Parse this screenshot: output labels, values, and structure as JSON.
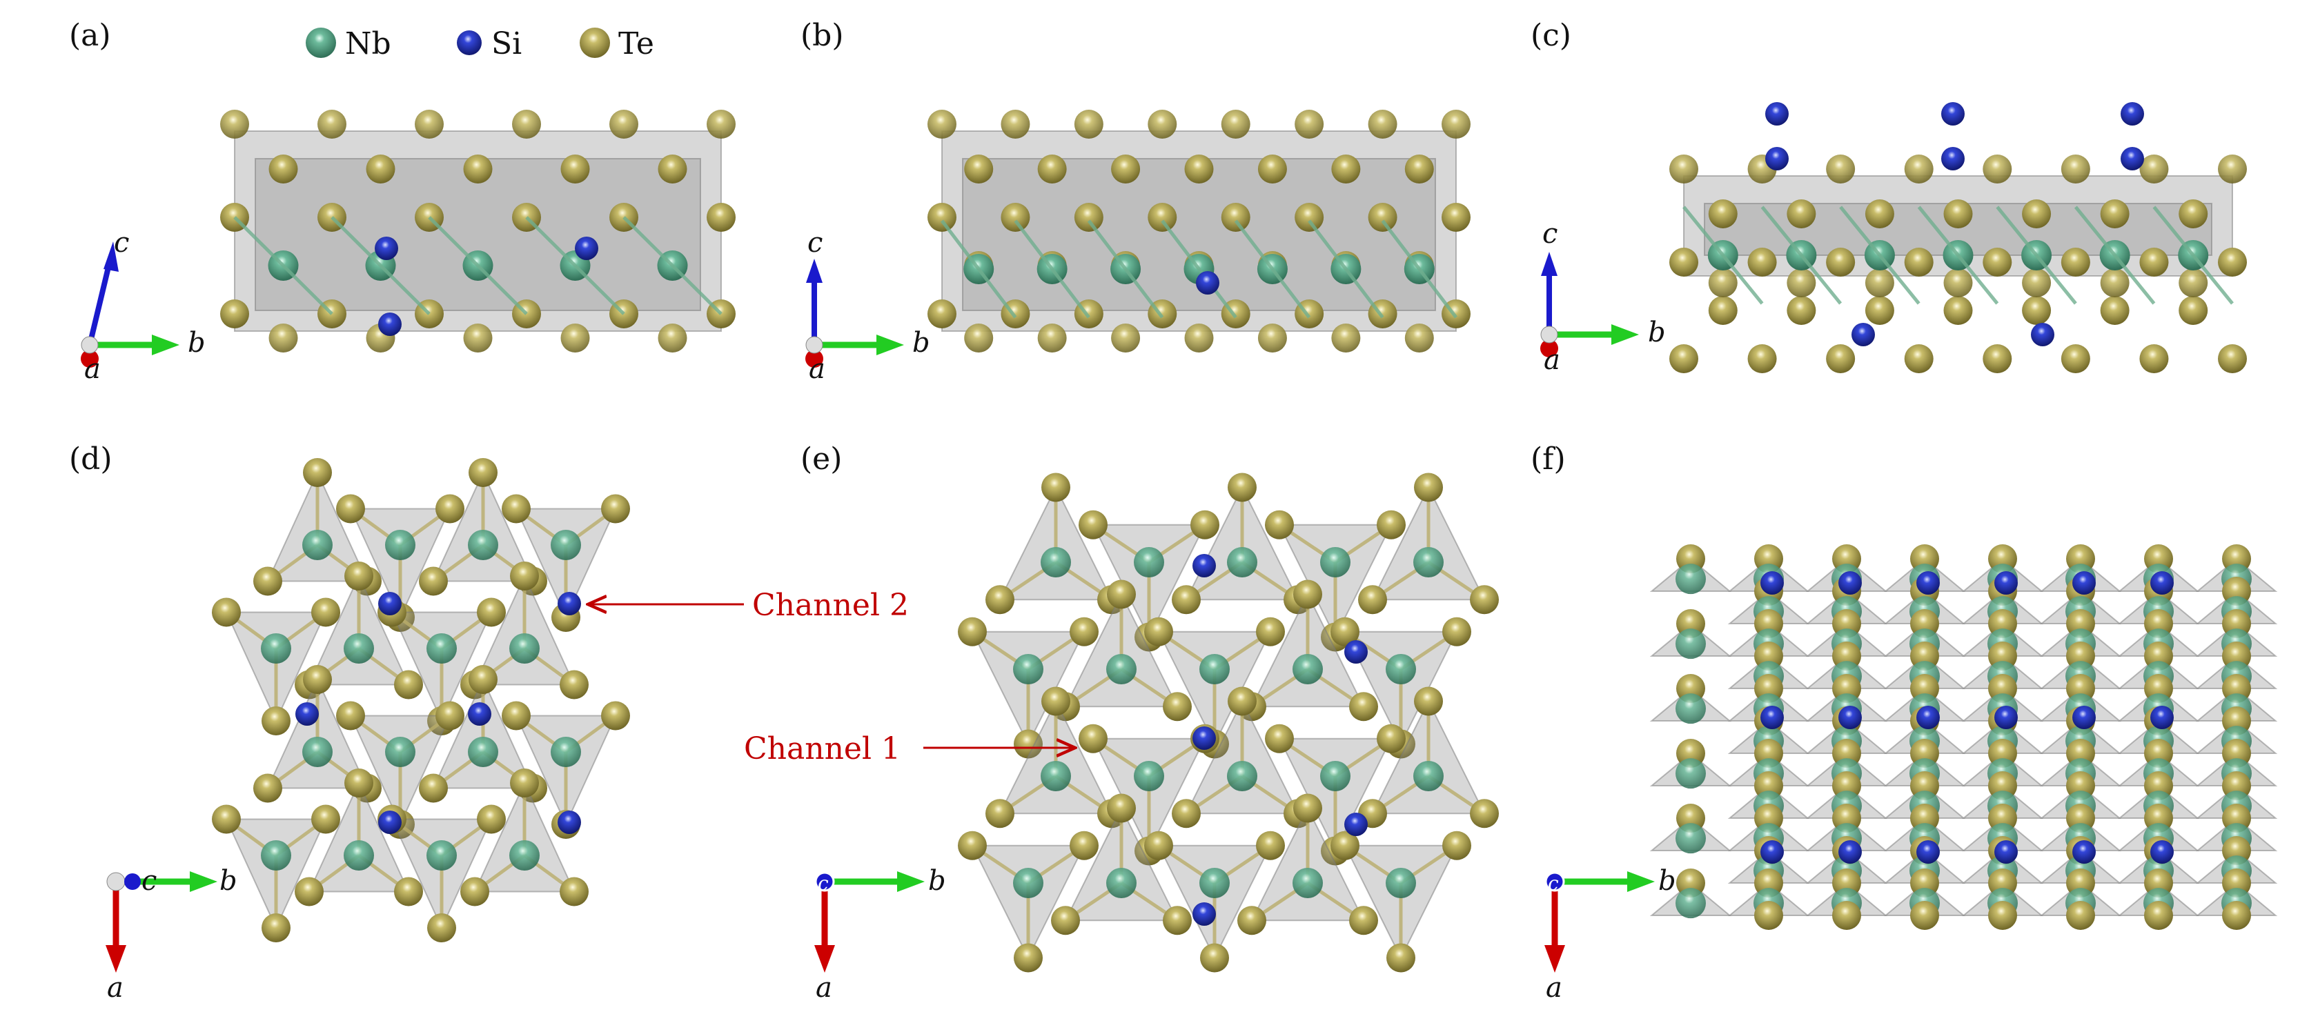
{
  "panel_labels": [
    "(a)",
    "(b)",
    "(c)",
    "(d)",
    "(e)",
    "(f)"
  ],
  "legend": [
    {
      "symbol": "Nb",
      "color": "#3f9a78"
    },
    {
      "symbol": "Si",
      "color": "#2233cc"
    },
    {
      "symbol": "Te",
      "color": "#a79b4a"
    }
  ],
  "axes": {
    "a": "a",
    "b": "b",
    "c": "c"
  },
  "annotations": {
    "channel_1": "Channel 1",
    "channel_2": "Channel 2"
  },
  "colors": {
    "arrow": "#c00000",
    "polyhedra": "#9a9a9a",
    "axis_a": "#cc0000",
    "axis_b": "#22cc22",
    "axis_c": "#1a1acc"
  }
}
